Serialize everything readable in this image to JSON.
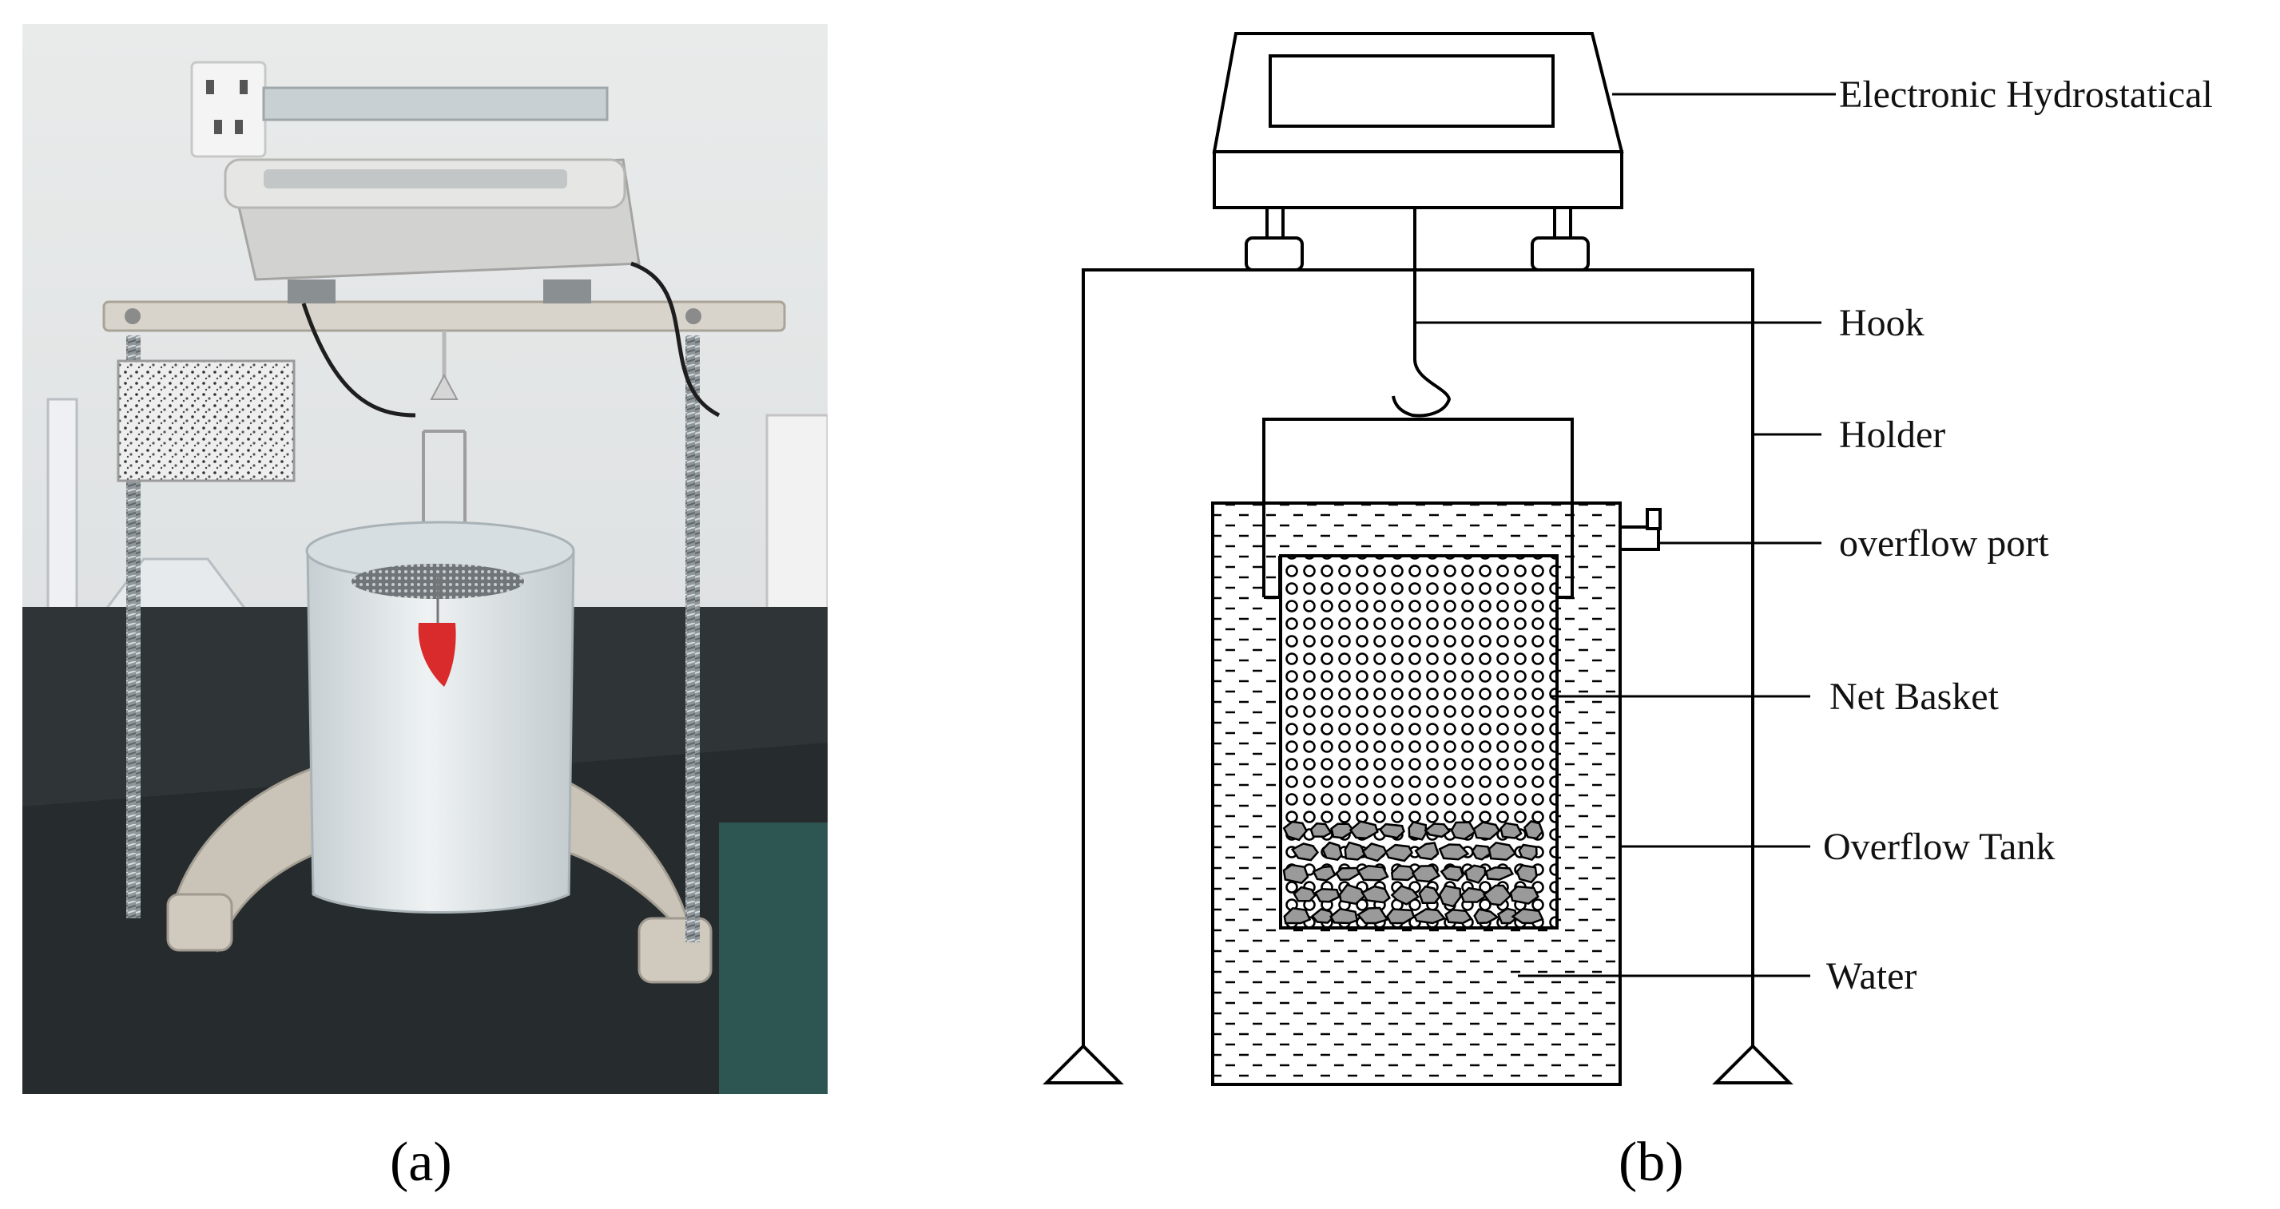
{
  "figure": {
    "panel_a_label": "(a)",
    "panel_b_label": "(b)"
  },
  "diagram": {
    "labels": {
      "scale": "Electronic Hydrostatical",
      "hook": "Hook",
      "holder": "Holder",
      "overflow_port": "overflow port",
      "net_basket": "Net Basket",
      "overflow_tank": "Overflow Tank",
      "water": "Water"
    }
  },
  "colors": {
    "line": "#000000",
    "rock_fill": "#9a9a9a",
    "photo_wall": "#e4e6e6",
    "photo_bench": "#2b3133",
    "tank": "#dfe4e6"
  }
}
